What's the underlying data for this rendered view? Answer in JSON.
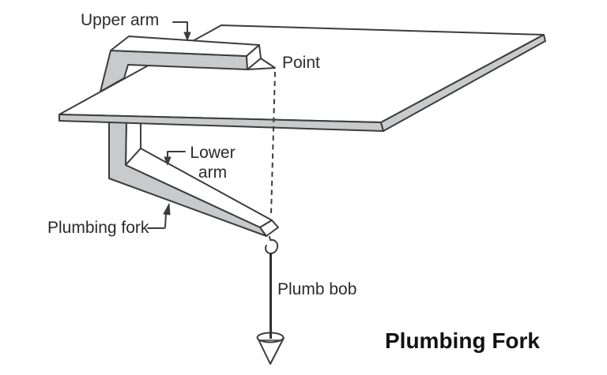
{
  "figure": {
    "title": "Plumbing Fork",
    "labels": {
      "upper_arm": "Upper arm",
      "point": "Point",
      "lower_arm_lines": [
        "Lower",
        "arm"
      ],
      "plumbing_fork": "Plumbing fork",
      "plumb_bob": "Plumb bob"
    },
    "colors": {
      "surface_gray": "#c9cacb",
      "face_white": "#ffffff",
      "outline": "#3c3c3c",
      "label_text": "#2b2b2b",
      "title_text": "#121212",
      "background": "#ffffff"
    }
  }
}
